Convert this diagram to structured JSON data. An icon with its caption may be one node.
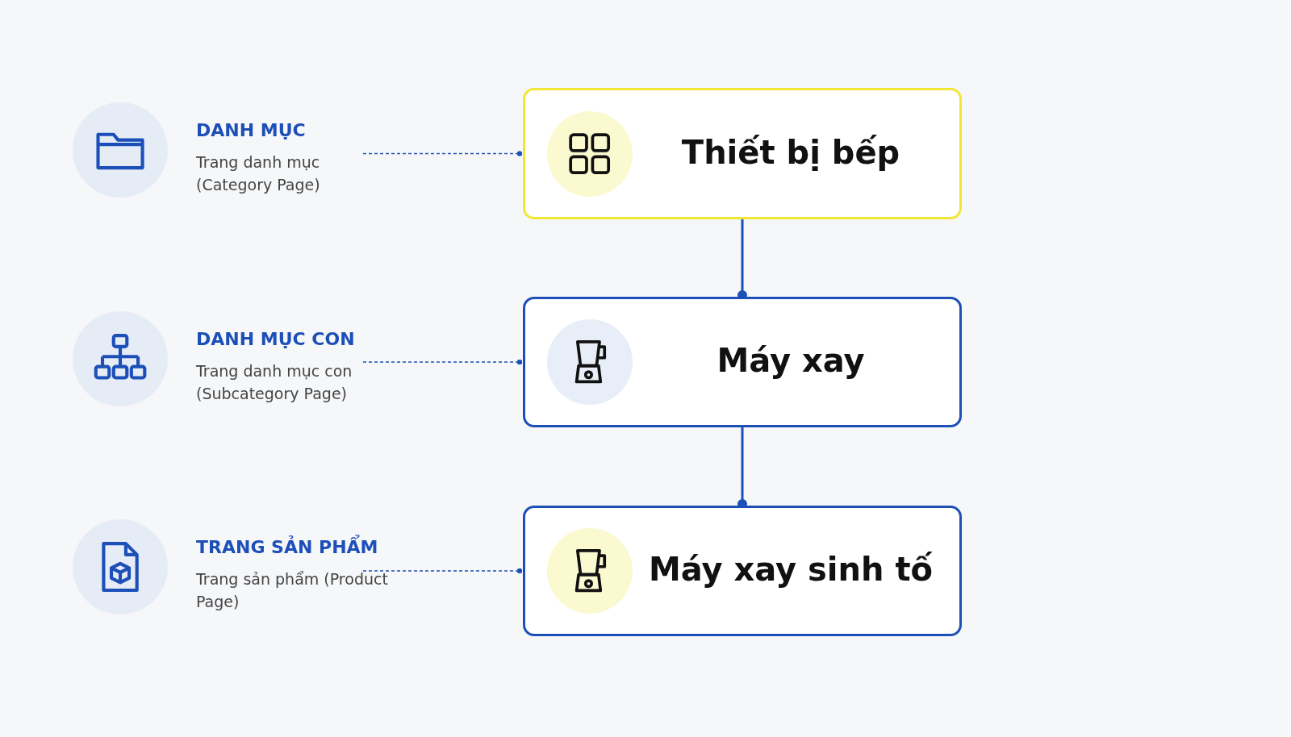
{
  "diagram": {
    "nodes": [
      {
        "text": [
          "DANH MỤC",
          "Trang danh mục (Category Page)"
        ]
      },
      {
        "text": [
          "Thiết bị bếp"
        ]
      },
      {
        "text": [
          "DANH MỤC CON",
          "Trang danh mục con (Subcategory Page)"
        ]
      },
      {
        "text": [
          "Máy xay"
        ]
      },
      {
        "text": [
          "TRANG SẢN PHẨM",
          "Trang sản phẩm (Product Page)"
        ]
      },
      {
        "text": [
          "Máy xay sinh tố"
        ]
      }
    ],
    "edges": [
      {
        "from": 0,
        "to": 1,
        "arrow": "other",
        "style": "dashed"
      },
      {
        "from": 1,
        "to": 3,
        "arrow": "other"
      },
      {
        "from": 2,
        "to": 3,
        "arrow": "other",
        "style": "dashed"
      },
      {
        "from": 3,
        "to": 5,
        "arrow": "other"
      },
      {
        "from": 4,
        "to": 5,
        "arrow": "other",
        "style": "dashed"
      }
    ]
  }
}
